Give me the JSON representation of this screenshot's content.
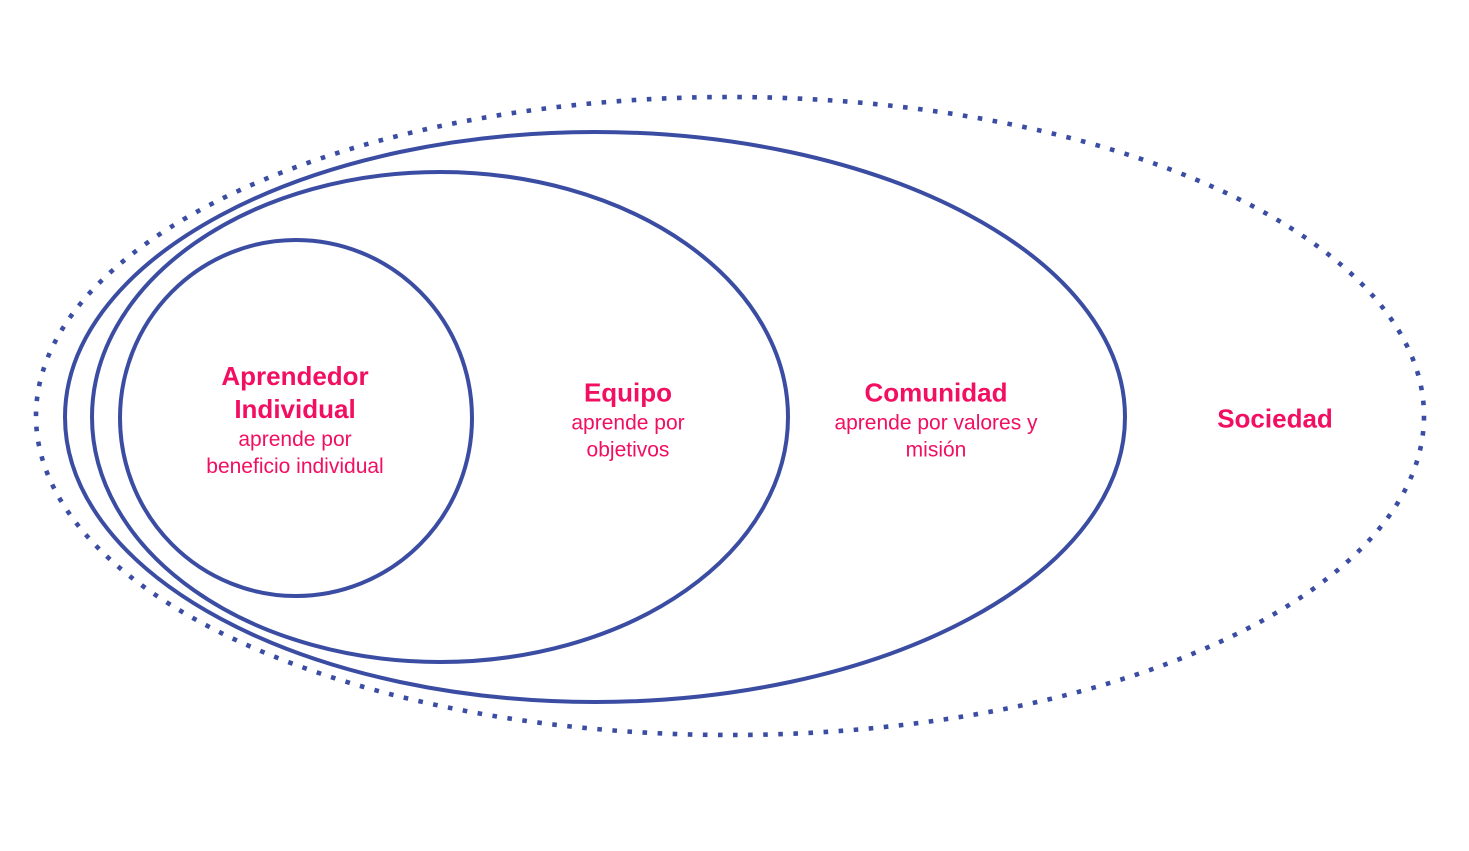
{
  "diagram": {
    "type": "nested-ellipses",
    "stroke_color": "#3b4da2",
    "text_color": "#f20e60",
    "background_color": "#ffffff",
    "levels": [
      {
        "id": "aprendedor-individual",
        "title_lines": {
          "0": "Aprendedor",
          "1": "Individual"
        },
        "subtitle_lines": {
          "0": "aprende por",
          "1": "beneficio individual"
        },
        "ring_style": "solid"
      },
      {
        "id": "equipo",
        "title_lines": {
          "0": "Equipo"
        },
        "subtitle_lines": {
          "0": "aprende por",
          "1": "objetivos"
        },
        "ring_style": "solid"
      },
      {
        "id": "comunidad",
        "title_lines": {
          "0": "Comunidad"
        },
        "subtitle_lines": {
          "0": "aprende por valores y",
          "1": "misión"
        },
        "ring_style": "solid"
      },
      {
        "id": "sociedad",
        "title_lines": {
          "0": "Sociedad"
        },
        "subtitle_lines": {},
        "ring_style": "dotted"
      }
    ]
  }
}
